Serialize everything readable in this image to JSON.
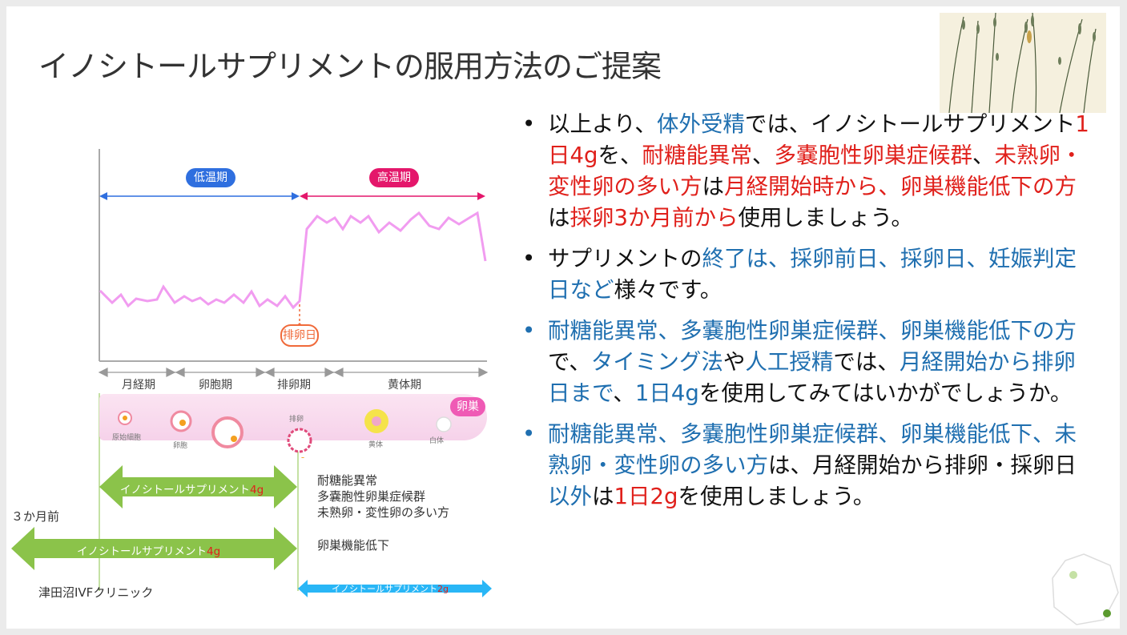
{
  "title": "イノシトールサプリメントの服用方法のご提案",
  "chart": {
    "low_temp_label": "低温期",
    "high_temp_label": "高温期",
    "ovulation_day_label": "排卵日",
    "phases": [
      "月経期",
      "卵胞期",
      "排卵期",
      "黄体期"
    ],
    "ovary_label": "卵巣",
    "ovary_stages": [
      "原始細胞",
      "卵胞",
      "排卵",
      "黄体",
      "白体"
    ],
    "colors": {
      "low": "#2f6fdf",
      "high": "#e4176b",
      "temp_line": "#f19cf0",
      "ovulation": "#f06a3a",
      "green": "#8bc34a",
      "cyan": "#29b6f6"
    }
  },
  "arrows": {
    "arrow1_text": "イノシトールサプリメント",
    "arrow1_dose": "4g",
    "arrow2_text": "イノシトールサプリメント",
    "arrow2_dose": "4g",
    "arrow3_text": "イノシトールサプリメント",
    "arrow3_dose": "2g",
    "three_months_label": "３か月前",
    "condition_a_lines": [
      "耐糖能異常",
      "多嚢胞性卵巣症候群",
      "未熟卵・変性卵の多い方"
    ],
    "condition_b": "卵巣機能低下"
  },
  "credit": "津田沼IVFクリニック",
  "bullets": {
    "b1": [
      "以上より、",
      "体外受精",
      "では、イノシトールサプリメント",
      "1日4g",
      "を、",
      "耐糖能異常",
      "、",
      "多嚢胞性卵巣症候群",
      "、",
      "未熟卵・変性卵の多い方",
      "は",
      "月経開始時から",
      "、",
      "卵巣機能低下の方",
      "は",
      "採卵3か月前から",
      "使用しましょう。"
    ],
    "b2": [
      "サプリメントの",
      "終了は、採卵前日、採卵日、妊娠判定日など",
      "様々です。"
    ],
    "b3": [
      "耐糖能異常、多嚢胞性卵巣症候群、卵巣機能低下の方",
      "で、",
      "タイミング法",
      "や",
      "人工授精",
      "では、",
      "月経開始から排卵日まで",
      "、",
      "1日4g",
      "を使用してみてはいかがでしょうか。"
    ],
    "b4": [
      "耐糖能異常、多嚢胞性卵巣症候群、卵巣機能低下、未熟卵・変性卵の多い方",
      "は、月経開始から排卵・採卵日 ",
      "以外",
      "は",
      "1日2g",
      "を使用しましょう。"
    ]
  }
}
